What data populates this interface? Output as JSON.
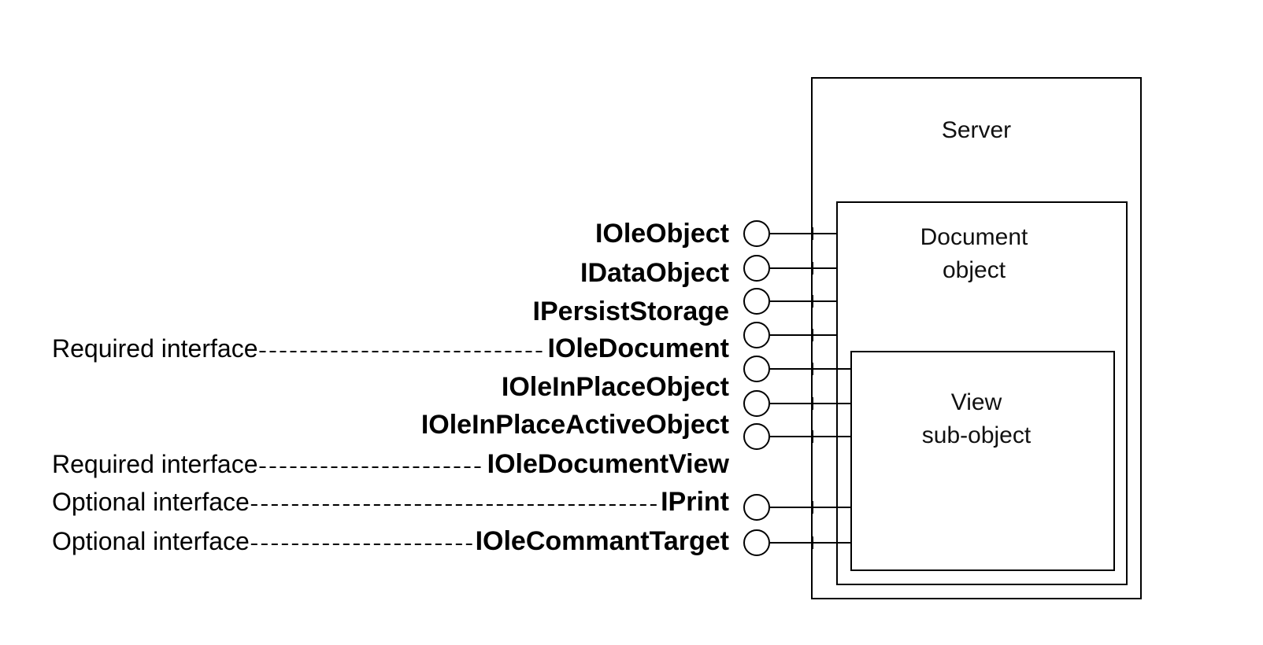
{
  "server": {
    "label": "Server"
  },
  "document": {
    "label_line1": "Document",
    "label_line2": "object"
  },
  "view": {
    "label_line1": "View",
    "label_line2": "sub-object"
  },
  "interfaces": [
    {
      "name": "IOleObject",
      "note": ""
    },
    {
      "name": "IDataObject",
      "note": ""
    },
    {
      "name": "IPersistStorage",
      "note": ""
    },
    {
      "name": "IOleDocument",
      "note": "Required interface"
    },
    {
      "name": "IOleInPlaceObject",
      "note": ""
    },
    {
      "name": "IOleInPlaceActiveObject",
      "note": ""
    },
    {
      "name": "IOleDocumentView",
      "note": "Required interface"
    },
    {
      "name": "IPrint",
      "note": "Optional interface"
    },
    {
      "name": "IOleCommantTarget",
      "note": "Optional interface"
    }
  ],
  "colors": {
    "ink": "#000000",
    "background": "#ffffff"
  }
}
